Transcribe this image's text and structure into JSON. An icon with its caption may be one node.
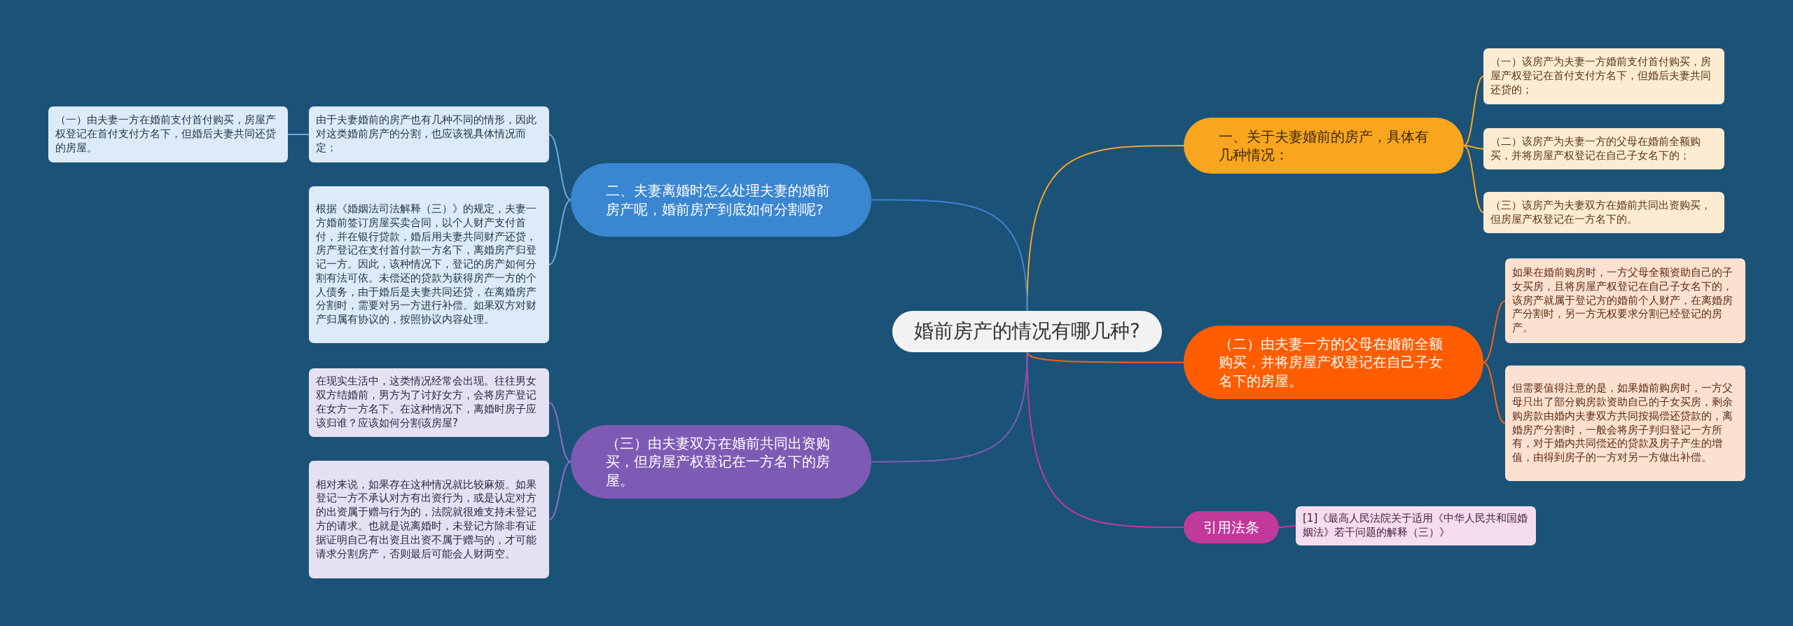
{
  "diagram": {
    "nodes": [
      {
        "text": [
          "婚前房产的情况有哪几种?"
        ]
      },
      {
        "text": [
          "一、关于夫妻婚前的房产，具体有几种情况："
        ]
      },
      {
        "text": [
          "（一）该房产为夫妻一方婚前支付首付购买，房屋产权登记在首付支付方名下，但婚后夫妻共同还贷的；"
        ]
      },
      {
        "text": [
          "（二）该房产为夫妻一方的父母在婚前全额购买，并将房屋产权登记在自己子女名下的；"
        ]
      },
      {
        "text": [
          "（三）该房产为夫妻双方在婚前共同出资购买，但房屋产权登记在一方名下的。"
        ]
      },
      {
        "text": [
          "（二）由夫妻一方的父母在婚前全额购买，并将房屋产权登记在自己子女名下的房屋。"
        ]
      },
      {
        "text": [
          "如果在婚前购房时，一方父母全额资助自己的子女买房，且将房屋产权登记在自己子女名下的，该房产就属于登记方的婚前个人财产，在离婚房产分割时，另一方无权要求分割已经登记的房产。"
        ]
      },
      {
        "text": [
          "但需要值得注意的是，如果婚前购房时，一方父母只出了部分购房款资助自己的子女买房，剩余购房款由婚内夫妻双方共同按揭偿还贷款的，离婚房产分割时，一般会将房子判归登记一方所有，对于婚内共同偿还的贷款及房子产生的增值，由得到房子的一方对另一方做出补偿。"
        ]
      },
      {
        "text": [
          "引用法条"
        ]
      },
      {
        "text": [
          "[1]《最高人民法院关于适用《中华人民共和国婚姻法》若干问题的解释（三）》"
        ]
      },
      {
        "text": [
          "二、夫妻离婚时怎么处理夫妻的婚前房产呢，婚前房产到底如何分割呢?"
        ]
      },
      {
        "text": [
          "由于夫妻婚前的房产也有几种不同的情形，因此对这类婚前房产的分割，也应该视具体情况而定："
        ]
      },
      {
        "text": [
          "（一）由夫妻一方在婚前支付首付购买，房屋产权登记在首付支付方名下，但婚后夫妻共同还贷的房屋。"
        ]
      },
      {
        "text": [
          "根据《婚姻法司法解释（三）》的规定，夫妻一方婚前签订房屋买卖合同，以个人财产支付首付，并在银行贷款，婚后用夫妻共同财产还贷，房产登记在支付首付款一方名下，离婚房产归登记一方。因此，该种情况下，登记的房产如何分割有法可依。未偿还的贷款为获得房产一方的个人债务，由于婚后是夫妻共同还贷，在离婚房产分割时，需要对另一方进行补偿。如果双方对财产归属有协议的，按照协议内容处理。"
        ]
      },
      {
        "text": [
          "（三）由夫妻双方在婚前共同出资购买，但房屋产权登记在一方名下的房屋。"
        ]
      },
      {
        "text": [
          "在现实生活中，这类情况经常会出现。往往男女双方结婚前，男方为了讨好女方，会将房产登记在女方一方名下。在这种情况下，离婚时房子应该归谁？应该如何分割该房屋?"
        ]
      },
      {
        "text": [
          "相对来说，如果存在这种情况就比较麻烦。如果登记一方不承认对方有出资行为，或是认定对方的出资属于赠与行为的，法院就很难支持未登记方的请求。也就是说离婚时，未登记方除非有证据证明自己有出资且出资不属于赠与的，才可能请求分割房产，否则最后可能会人财两空。"
        ]
      }
    ],
    "edges": [
      {
        "from": 0,
        "to": 1,
        "arrow": "none",
        "color": "#f5a623"
      },
      {
        "from": 1,
        "to": 2,
        "arrow": "none",
        "color": "#f5a623"
      },
      {
        "from": 1,
        "to": 3,
        "arrow": "none",
        "color": "#f5a623"
      },
      {
        "from": 1,
        "to": 4,
        "arrow": "none",
        "color": "#f5a623"
      },
      {
        "from": 0,
        "to": 5,
        "arrow": "none",
        "color": "#f0641e"
      },
      {
        "from": 5,
        "to": 6,
        "arrow": "none",
        "color": "#f0641e"
      },
      {
        "from": 5,
        "to": 7,
        "arrow": "none",
        "color": "#f0641e"
      },
      {
        "from": 0,
        "to": 8,
        "arrow": "none",
        "color": "#c23a9c"
      },
      {
        "from": 8,
        "to": 9,
        "arrow": "none",
        "color": "#c23a9c"
      },
      {
        "from": 0,
        "to": 10,
        "arrow": "none",
        "color": "#3a86d0"
      },
      {
        "from": 10,
        "to": 11,
        "arrow": "none",
        "color": "#6fa8dc"
      },
      {
        "from": 11,
        "to": 12,
        "arrow": "none",
        "color": "#6fa8dc"
      },
      {
        "from": 10,
        "to": 13,
        "arrow": "none",
        "color": "#6fa8dc"
      },
      {
        "from": 0,
        "to": 14,
        "arrow": "none",
        "color": "#7d5bb5"
      },
      {
        "from": 14,
        "to": 15,
        "arrow": "none",
        "color": "#8e6fc7"
      },
      {
        "from": 14,
        "to": 16,
        "arrow": "none",
        "color": "#8e6fc7"
      }
    ]
  }
}
